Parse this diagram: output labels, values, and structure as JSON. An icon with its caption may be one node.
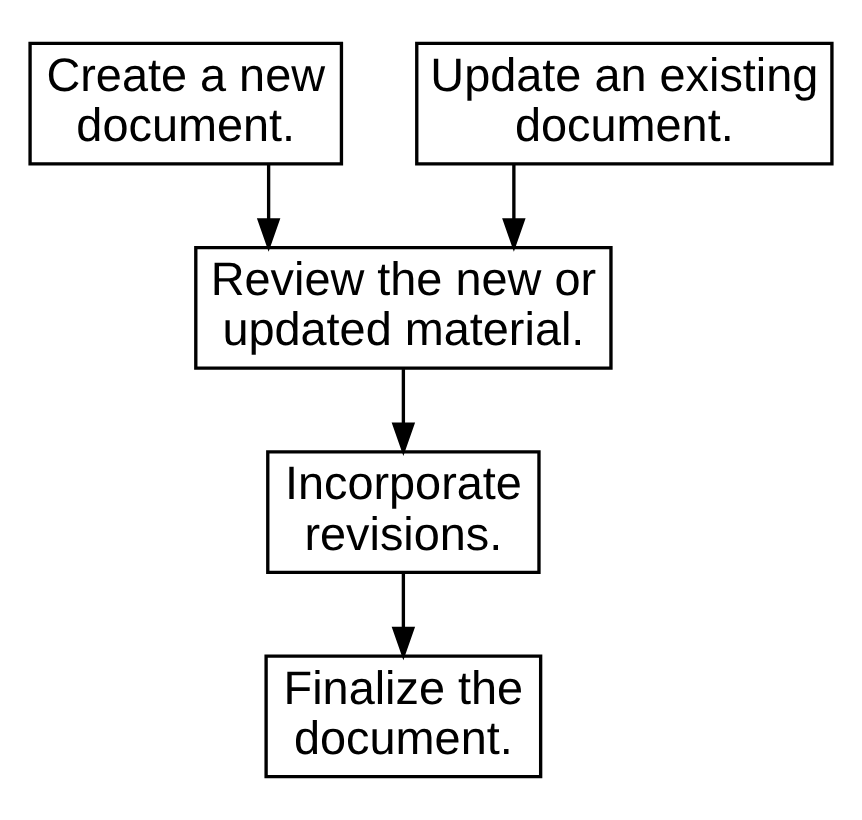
{
  "diagram": {
    "nodes": [
      {
        "text": [
          "Create a new document."
        ]
      },
      {
        "text": [
          "Update an existing document."
        ]
      },
      {
        "text": [
          "Review the new or updated material."
        ]
      },
      {
        "text": [
          "Incorporate revisions."
        ]
      },
      {
        "text": [
          "Finalize the document."
        ]
      }
    ],
    "edges": [
      {
        "from": 0,
        "to": 2,
        "arrow": "to"
      },
      {
        "from": 1,
        "to": 2,
        "arrow": "to"
      },
      {
        "from": 2,
        "to": 3,
        "arrow": "to"
      },
      {
        "from": 3,
        "to": 4,
        "arrow": "to"
      }
    ]
  }
}
